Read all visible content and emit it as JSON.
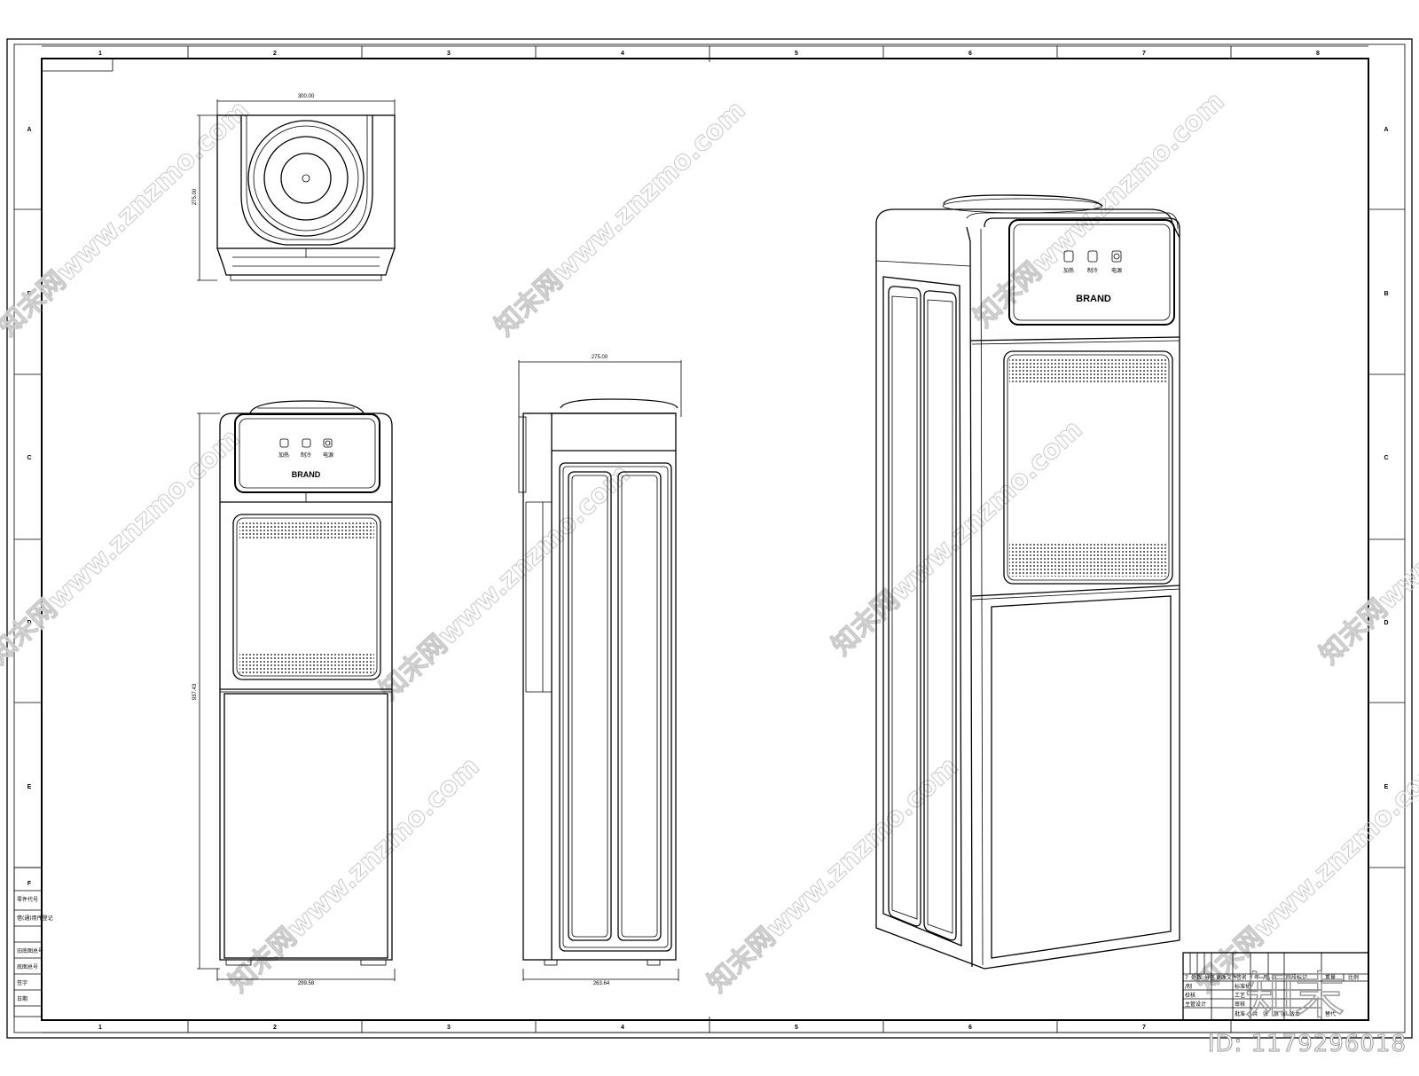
{
  "frame": {
    "column_numbers": [
      "1",
      "2",
      "3",
      "4",
      "5",
      "6",
      "7",
      "8"
    ],
    "row_letters": [
      "A",
      "B",
      "C",
      "D",
      "E",
      "F"
    ]
  },
  "dimensions": {
    "top_width": "300.00",
    "top_depth": "275.00",
    "front_height": "937.43",
    "front_bottom_width": "299.58",
    "side_top_width": "275.00",
    "side_bottom_width": "263.64"
  },
  "panel": {
    "brand": "BRAND",
    "buttons": [
      "加热",
      "制冷",
      "电源"
    ]
  },
  "left_table": {
    "rows": [
      "F",
      "零件代号",
      "借(通)用件登记",
      "旧底图总号",
      "底图总号",
      "签字",
      "日期"
    ]
  },
  "title_block": {
    "rows": [
      [
        "7",
        "处数",
        "分区",
        "更改文件",
        "签名",
        "年",
        "月",
        "日",
        "阶段标记",
        "重量",
        "比例"
      ],
      [
        "/制",
        "",
        "标准化"
      ],
      [
        "校核",
        "",
        "工艺"
      ],
      [
        "主管设计",
        "",
        "审核"
      ],
      [
        "",
        "",
        "批准",
        "共",
        "张",
        "第",
        "张",
        "版本",
        "替代"
      ]
    ]
  },
  "watermark": {
    "text": "知末网www.znzmo.com",
    "logo": "知末",
    "id_label": "ID: 1179296018"
  }
}
